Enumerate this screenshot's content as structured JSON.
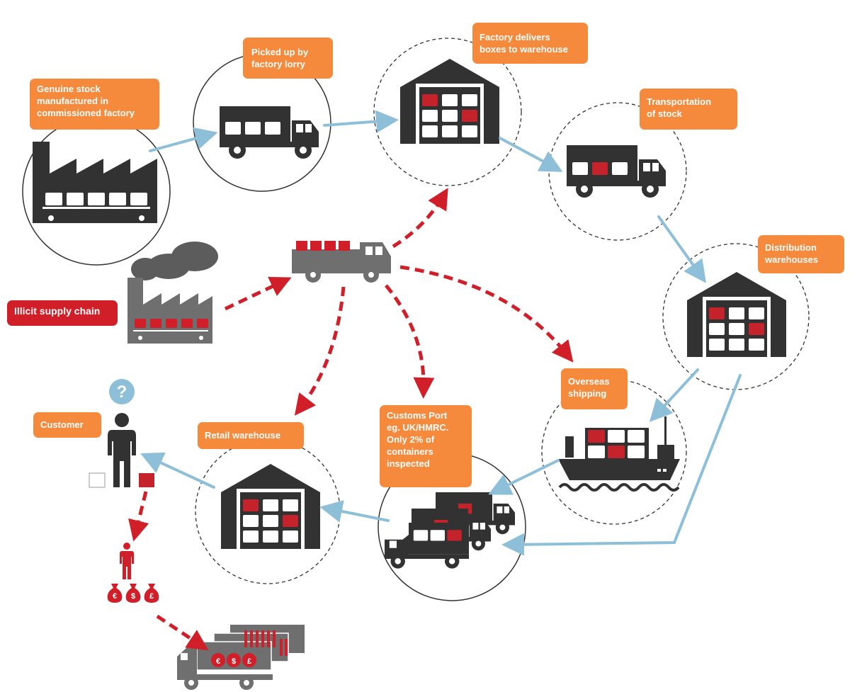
{
  "labels": {
    "genuine_stock": "Genuine stock\nmanufactured in\ncommissioned factory",
    "picked_up": "Picked up by\nfactory lorry",
    "factory_delivers": "Factory delivers\nboxes to warehouse",
    "transportation": "Transportation\nof stock",
    "distribution": "Distribution\nwarehouses",
    "overseas_shipping": "Overseas\nshipping",
    "customs_port": "Customs Port\neg. UK/HMRC.\nOnly 2% of\ncontainers\ninspected",
    "retail_warehouse": "Retail warehouse",
    "customer": "Customer",
    "illicit_supply_chain": "Illicit supply chain"
  },
  "symbols": {
    "question_mark": "?",
    "currency": [
      "€",
      "$",
      "£"
    ]
  },
  "colors": {
    "label_orange": "#f58a3c",
    "illicit_red": "#d11f2a",
    "flow_blue": "#8ebfd9",
    "icon_dark": "#323232",
    "icon_grey": "#6f6f6f"
  },
  "icons": [
    "factory-icon",
    "lorry-icon",
    "warehouse-icon",
    "ship-icon",
    "person-icon",
    "money-bag-icon",
    "question-icon"
  ]
}
